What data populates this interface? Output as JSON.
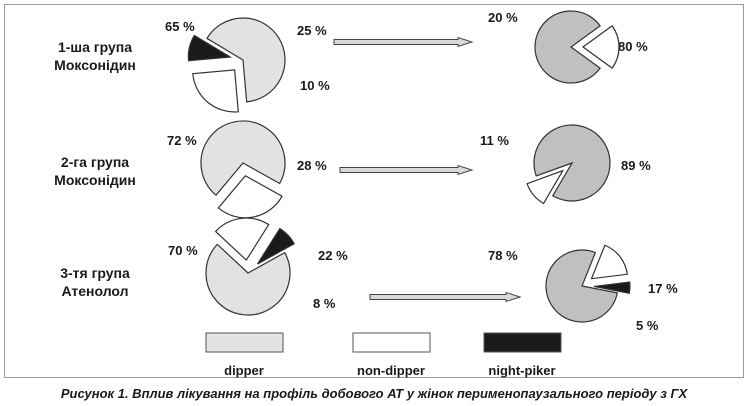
{
  "chart_data": {
    "type": "pie",
    "groups": [
      {
        "label_line1": "1-ша група",
        "label_line2": "Моксонідин",
        "before": [
          {
            "category": "dipper",
            "value": 65,
            "label": "65 %"
          },
          {
            "category": "non-dipper",
            "value": 25,
            "label": "25 %"
          },
          {
            "category": "night-piker",
            "value": 10,
            "label": "10 %"
          }
        ],
        "after": [
          {
            "category": "dipper",
            "value": 80,
            "label": "80 %"
          },
          {
            "category": "non-dipper",
            "value": 20,
            "label": "20 %"
          }
        ]
      },
      {
        "label_line1": "2-га група",
        "label_line2": "Моксонідин",
        "before": [
          {
            "category": "dipper",
            "value": 72,
            "label": "72 %"
          },
          {
            "category": "non-dipper",
            "value": 28,
            "label": "28 %"
          }
        ],
        "after": [
          {
            "category": "dipper",
            "value": 89,
            "label": "89 %"
          },
          {
            "category": "non-dipper",
            "value": 11,
            "label": "11 %"
          }
        ]
      },
      {
        "label_line1": "3-тя група",
        "label_line2": "Атенолол",
        "before": [
          {
            "category": "dipper",
            "value": 70,
            "label": "70 %"
          },
          {
            "category": "non-dipper",
            "value": 22,
            "label": "22 %"
          },
          {
            "category": "night-piker",
            "value": 8,
            "label": "8 %"
          }
        ],
        "after": [
          {
            "category": "dipper",
            "value": 78,
            "label": "78 %"
          },
          {
            "category": "non-dipper",
            "value": 17,
            "label": "17 %"
          },
          {
            "category": "night-piker",
            "value": 5,
            "label": "5 %"
          }
        ]
      }
    ],
    "legend": [
      {
        "key": "dipper",
        "label": "dipper",
        "color": "#e2e2e2"
      },
      {
        "key": "non-dipper",
        "label": "non-dipper",
        "color": "#ffffff"
      },
      {
        "key": "night-piker",
        "label": "night-piker",
        "color": "#1a1a1a"
      }
    ],
    "legend_position": "bottom",
    "caption": "Рисунок 1. Вплив лікування на профіль добового АТ у жінок перименопаузального періоду з ГХ"
  },
  "colors": {
    "dipper_before": "#e2e2e2",
    "dipper_after": "#c0c0c0",
    "non_dipper": "#ffffff",
    "night_piker": "#1a1a1a",
    "outline": "#333333",
    "arrow_fill": "#d9d9d9"
  }
}
